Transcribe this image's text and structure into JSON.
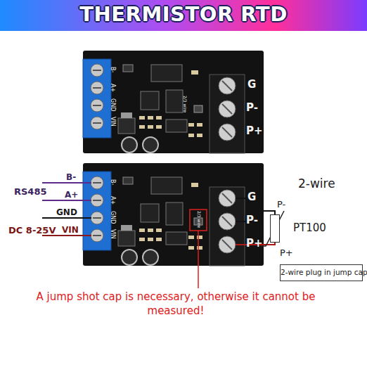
{
  "diagram": {
    "title": "THERMISTOR RTD",
    "nodes": [
      {
        "text": [
          "PT100"
        ]
      },
      {
        "text": [
          "2-wire plug in jump cap"
        ]
      }
    ],
    "labels": [
      "B-",
      "A+",
      "GND",
      "VIN",
      "G",
      "P-",
      "P+",
      "2/3 wire",
      "B-",
      "A+",
      "GND",
      "VIN",
      "G",
      "P-",
      "P+",
      "2/3 wire",
      "B-",
      "RS485",
      "A+",
      "GND",
      "DC 8-25V",
      "VIN",
      "2-wire",
      "P-",
      "P+",
      "A jump shot cap is necessary, otherwise it cannot be measured!"
    ]
  }
}
